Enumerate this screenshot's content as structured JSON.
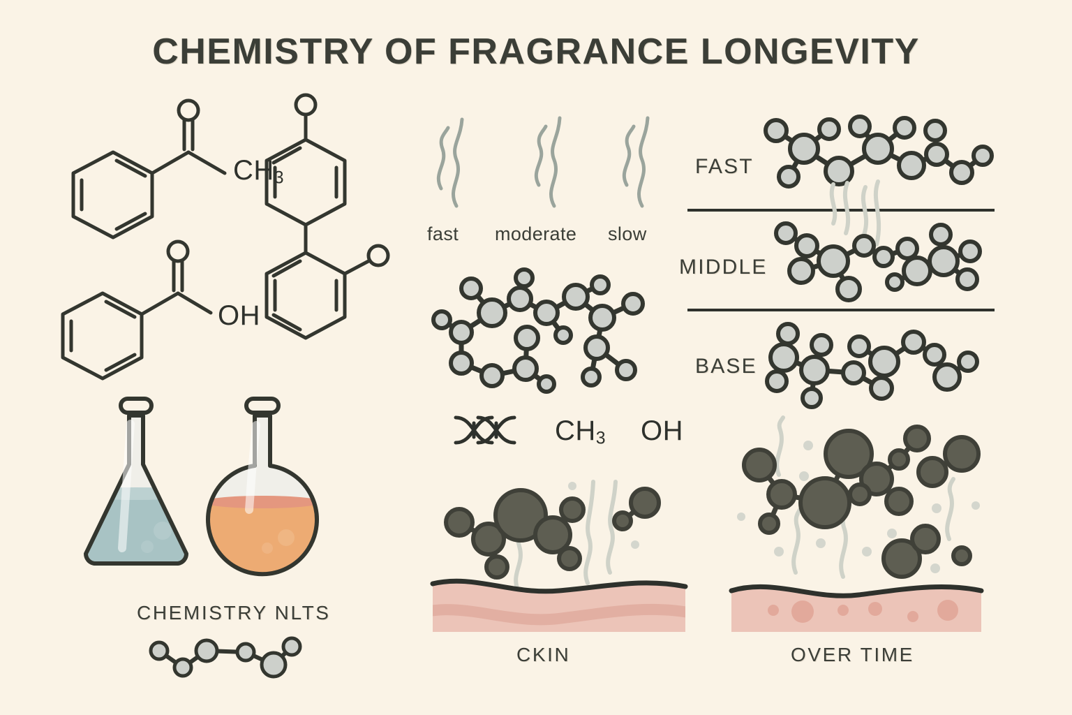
{
  "page": {
    "title": "CHEMISTRY OF FRAGRANCE LONGEVITY",
    "background_color": "#faf3e6",
    "ink_color": "#3b3e37"
  },
  "left_panel": {
    "structures": [
      {
        "name": "acetophenone",
        "labels": {
          "oxygen": "O",
          "methyl_c": "CH",
          "methyl_sub": "3"
        }
      },
      {
        "name": "benzoic-acid",
        "labels": {
          "oxygen": "O",
          "hydroxyl": "OH"
        }
      },
      {
        "name": "biphenyl-diol",
        "labels": {
          "oxygen_top": "O",
          "oxygen_side": "O"
        }
      }
    ],
    "glassware": [
      {
        "name": "erlenmeyer-flask",
        "liquid_color": "#a8c3c4"
      },
      {
        "name": "round-bottom-flask",
        "liquid_color": "#edab73"
      }
    ],
    "caption": "CHEMISTRY NLTS"
  },
  "middle_panel": {
    "evaporation_rates": [
      {
        "label": "fast"
      },
      {
        "label": "moderate"
      },
      {
        "label": "slow"
      }
    ],
    "molecule_name": "large-molecule-cluster",
    "symbols": [
      {
        "name": "dna-helix-icon",
        "text": ""
      },
      {
        "name": "methyl-group",
        "text": "CH",
        "sub": "3"
      },
      {
        "name": "hydroxyl-group",
        "text": "OH",
        "sub": ""
      }
    ],
    "skin_scene": {
      "name": "skin-cross-section-initial",
      "skin_color": "#ecc4b8",
      "molecule_color": "#5e5e52"
    },
    "caption": "CKIN"
  },
  "right_panel": {
    "tiers": [
      {
        "label": "FAST",
        "molecule": "fast-note-molecule"
      },
      {
        "label": "MIDDLE",
        "molecule": "middle-note-molecule"
      },
      {
        "label": "BASE",
        "molecule": "base-note-molecule"
      }
    ],
    "skin_scene": {
      "name": "skin-cross-section-over-time",
      "skin_color": "#ecc4b8",
      "molecule_color": "#5e5e52"
    },
    "caption": "OVER TIME"
  },
  "colors": {
    "background": "#faf3e6",
    "ink": "#3b3e37",
    "sphere_light": "#cdd0cb",
    "sphere_dark": "#5e5e52",
    "vapor": "#9aa49c",
    "skin": "#ecc4b8",
    "skin_band": "#e0ab9d",
    "flask_teal": "#a8c3c4",
    "flask_orange": "#edab73"
  }
}
